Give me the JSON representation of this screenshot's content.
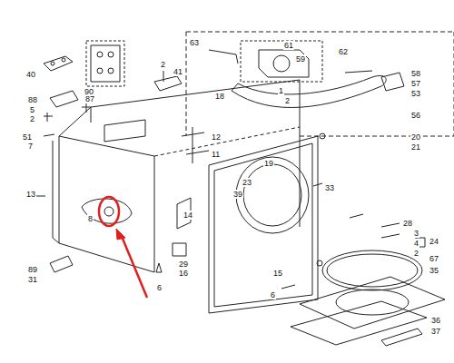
{
  "diagram": {
    "labels": [
      "40",
      "90",
      "2",
      "41",
      "88",
      "5",
      "87",
      "2",
      "51",
      "18",
      "12",
      "11",
      "7",
      "13",
      "8",
      "14",
      "29",
      "16",
      "6",
      "89",
      "31",
      "63",
      "61",
      "62",
      "59",
      "58",
      "57",
      "53",
      "1",
      "2",
      "56",
      "20",
      "21",
      "19",
      "23",
      "39",
      "33",
      "28",
      "3",
      "4",
      "2",
      "24",
      "67",
      "35",
      "15",
      "6",
      "36",
      "37"
    ]
  }
}
